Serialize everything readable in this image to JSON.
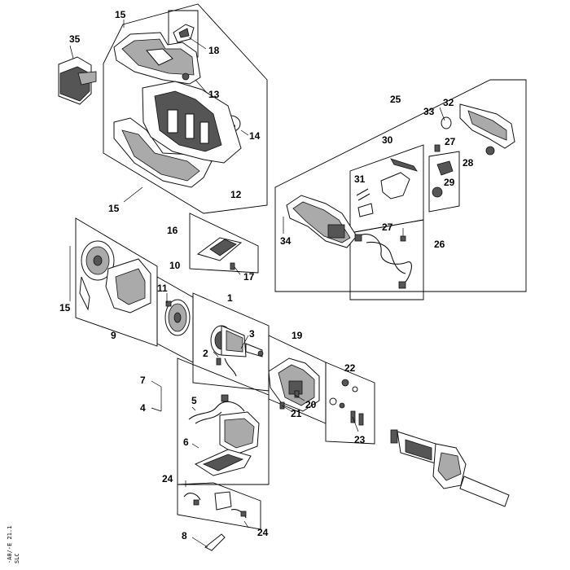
{
  "callouts": {
    "c1": "1",
    "c2": "2",
    "c3": "3",
    "c4": "4",
    "c5": "5",
    "c6": "6",
    "c7": "7",
    "c8": "8",
    "c9": "9",
    "c10": "10",
    "c11": "11",
    "c12": "12",
    "c13": "13",
    "c14": "14",
    "c15a": "15",
    "c15b": "15",
    "c15c": "15",
    "c16": "16",
    "c17": "17",
    "c18": "18",
    "c19": "19",
    "c20": "20",
    "c21": "21",
    "c22": "22",
    "c23": "23",
    "c24a": "24",
    "c24b": "24",
    "c25": "25",
    "c26": "26",
    "c27a": "27",
    "c27b": "27",
    "c28": "28",
    "c29": "29",
    "c30": "30",
    "c31": "31",
    "c32": "32",
    "c33": "33",
    "c34": "34",
    "c35": "35"
  },
  "margin_code": {
    "line1": "-A0/-E 21.1",
    "line2": "SLC"
  }
}
